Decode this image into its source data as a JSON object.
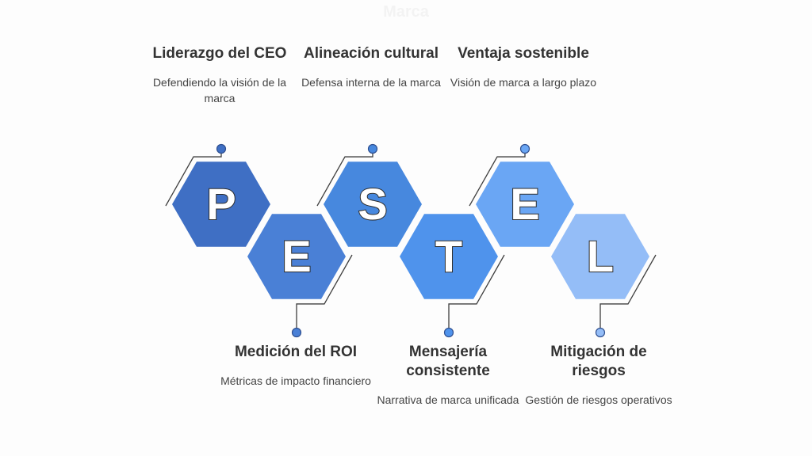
{
  "header": {
    "faint_title": "Marca"
  },
  "colors": {
    "connector": "#3f3f3f",
    "hex_P": "#3f6fc4",
    "hex_E1": "#4a80d6",
    "hex_S": "#4788de",
    "hex_T": "#4f93ec",
    "hex_E2": "#6aa6f4",
    "hex_L": "#94bdf7"
  },
  "factors": [
    {
      "letter": "P",
      "title": "Liderazgo del CEO",
      "description": "Defendiendo la visión de la marca",
      "position": "top"
    },
    {
      "letter": "E",
      "title": "Medición del ROI",
      "description": "Métricas de impacto financiero",
      "position": "bottom"
    },
    {
      "letter": "S",
      "title": "Alineación cultural",
      "description": "Defensa interna de la marca",
      "position": "top"
    },
    {
      "letter": "T",
      "title": "Mensajería consistente",
      "description": "Narrativa de marca unificada",
      "position": "bottom"
    },
    {
      "letter": "E",
      "title": "Ventaja sostenible",
      "description": "Visión de marca a largo plazo",
      "position": "top"
    },
    {
      "letter": "L",
      "title": "Mitigación de riesgos",
      "description": "Gestión de riesgos operativos",
      "position": "bottom"
    }
  ]
}
